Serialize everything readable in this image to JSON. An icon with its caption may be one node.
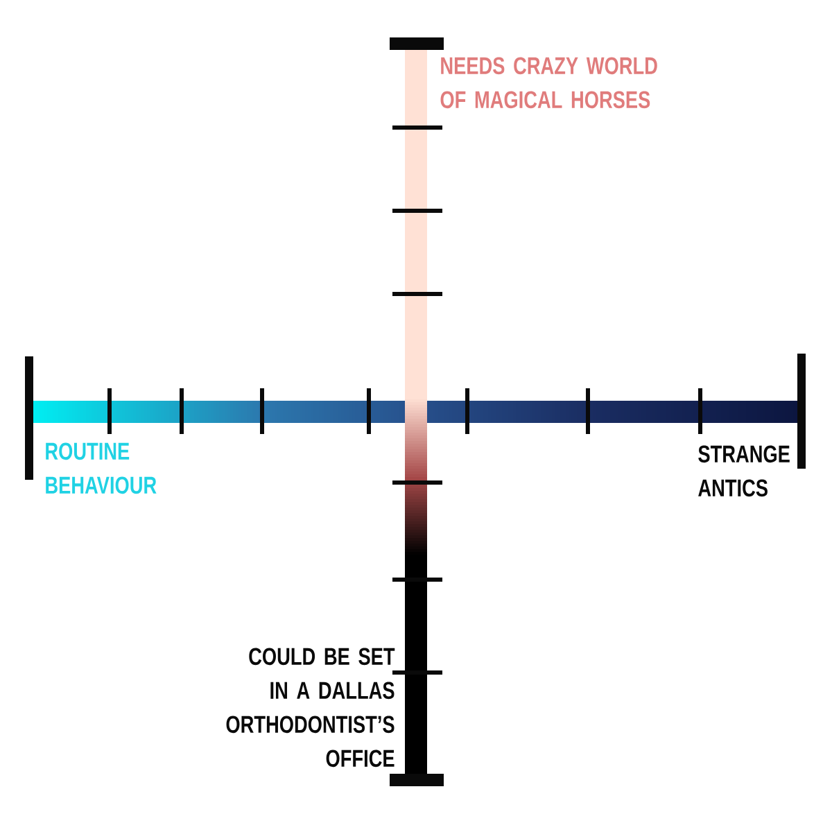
{
  "diagram": {
    "labels": [
      "NEEDS CRAZY WORLD OF MAGICAL HORSES",
      "ROUTINE BEHAVIOUR",
      "STRANGE ANTICS",
      "COULD BE SET IN A DALLAS ORTHODONTIST’S OFFICE"
    ]
  }
}
